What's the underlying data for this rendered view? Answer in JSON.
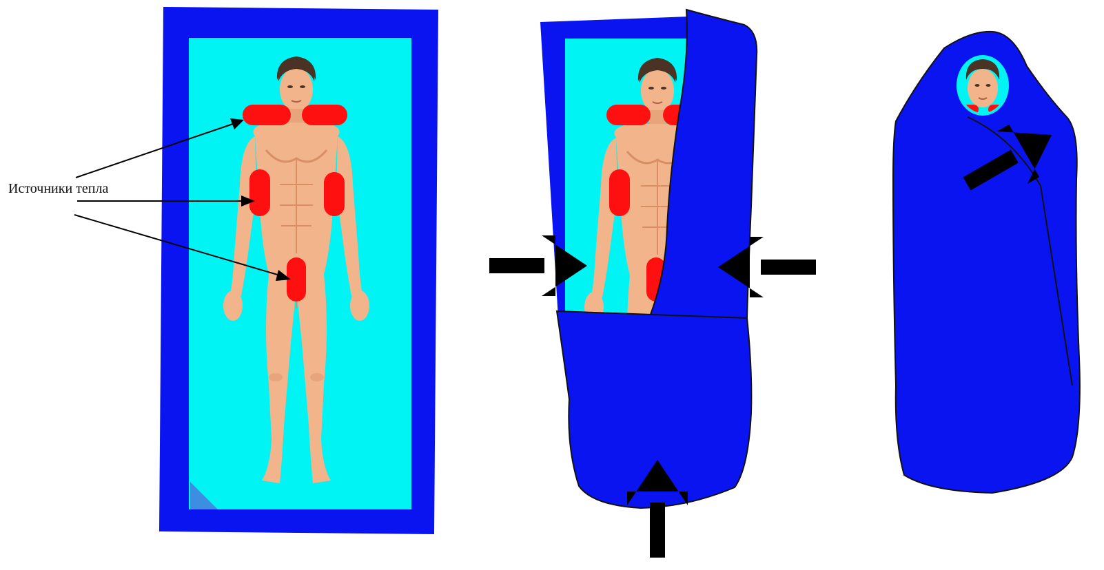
{
  "diagram": {
    "heat_sources_label": "Источники тепла",
    "colors": {
      "blanket_blue": "#0a14f0",
      "inner_cyan": "#00f4f4",
      "heat_pad_red": "#ff1010",
      "skin": "#f2b48a",
      "skin_shadow": "#d98e64",
      "hair": "#4a3324",
      "arrow_black": "#000000",
      "outline": "#111111",
      "corner_fold": "#3d8ee0"
    },
    "panels": [
      {
        "step": 1,
        "state": "blanket open with person and heat sources"
      },
      {
        "step": 2,
        "state": "blanket sides and bottom folded inward"
      },
      {
        "step": 3,
        "state": "fully wrapped cocoon, face visible"
      }
    ]
  }
}
